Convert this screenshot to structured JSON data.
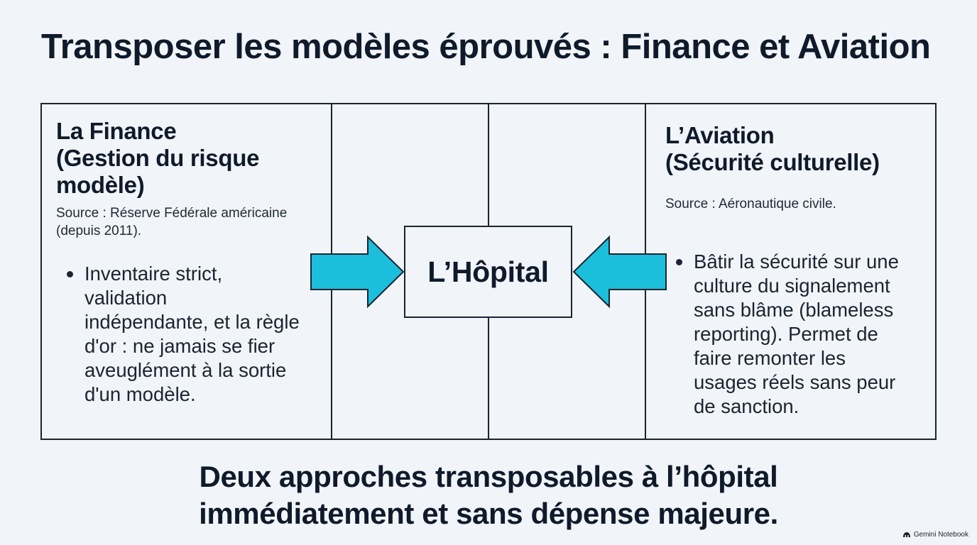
{
  "title": "Transposer les modèles éprouvés : Finance et Aviation",
  "finance": {
    "heading_line1": "La Finance",
    "heading_line2": "(Gestion du risque",
    "heading_line3": "modèle)",
    "source_line1": "Source : Réserve Fédérale américaine",
    "source_line2": "(depuis 2011).",
    "bullet_lines": [
      "Inventaire strict,",
      "validation",
      "indépendante, et la règle",
      "d'or : ne jamais se fier",
      "aveuglément à la sortie",
      "d'un modèle."
    ]
  },
  "center": {
    "label": "L’Hôpital"
  },
  "aviation": {
    "heading_line1": "L’Aviation",
    "heading_line2": "(Sécurité culturelle)",
    "source": "Source : Aéronautique civile.",
    "bullet_lines": [
      "Bâtir la sécurité sur une",
      "culture du signalement",
      "sans blâme (blameless",
      "reporting). Permet de",
      "faire remonter les",
      "usages réels sans peur",
      "de sanction."
    ]
  },
  "conclusion": {
    "line1": "Deux approches transposables à l’hôpital",
    "line2": "immédiatement et sans dépense majeure."
  },
  "watermark": "Gemini Notebook",
  "colors": {
    "background": "#f1f4f8",
    "text": "#0f1a2b",
    "border": "#1b2432",
    "arrow_fill": "#1bbfdc"
  },
  "icons": {
    "arrows": "arrow-right-icon, arrow-left-icon",
    "watermark": "notebook-logo-icon"
  }
}
